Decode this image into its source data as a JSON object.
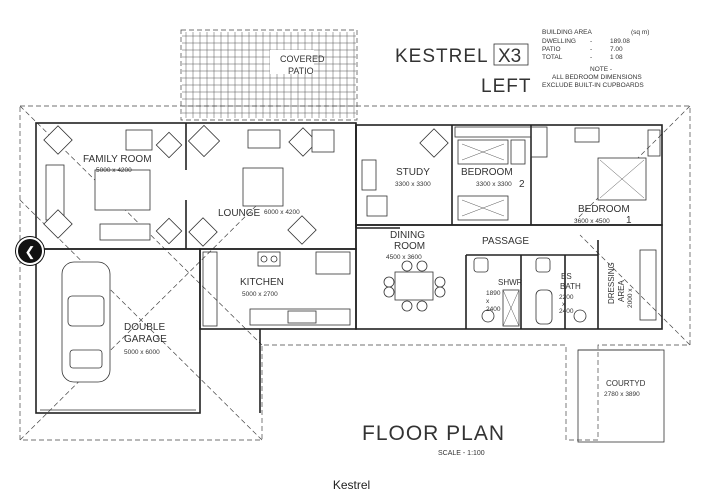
{
  "header": {
    "model": "KESTREL",
    "variant": "X3",
    "orientation": "LEFT"
  },
  "areas": {
    "title": "BUILDING AREA",
    "unit": "(sq m)",
    "rows": [
      {
        "label": "DWELLING",
        "value": "189.08"
      },
      {
        "label": "PATIO",
        "value": "7.00"
      },
      {
        "label": "TOTAL",
        "value": "1  08"
      }
    ]
  },
  "note": {
    "title": "NOTE -",
    "line1": "ALL BEDROOM DIMENSIONS",
    "line2": "EXCLUDE BUILT-IN CUPBOARDS"
  },
  "rooms": {
    "family": {
      "name": "FAMILY ROOM",
      "dims": "5000 x 4200"
    },
    "lounge": {
      "name": "LOUNGE",
      "dims": "6000 x 4200"
    },
    "study": {
      "name": "STUDY",
      "dims": "3300 x 3300"
    },
    "bedroom2": {
      "name": "BEDROOM",
      "dims": "3300 x 3300",
      "num": "2"
    },
    "bedroom1": {
      "name": "BEDROOM",
      "dims": "3600 x 4500",
      "num": "1"
    },
    "dining": {
      "name1": "DINING",
      "name2": "ROOM",
      "dims": "4500 x 3600"
    },
    "passage": {
      "name": "PASSAGE"
    },
    "kitchen": {
      "name": "KITCHEN",
      "dims": "5000 x 2700"
    },
    "garage": {
      "name1": "DOUBLE",
      "name2": "GARAGE",
      "dims": "5000 x 6000"
    },
    "shwr": {
      "name": "SHWR",
      "dim1": "1890",
      "dim2": "x",
      "dim3": "2400"
    },
    "esbath": {
      "name1": "ES",
      "name2": "BATH",
      "dim1": "2200",
      "dim2": "x",
      "dim3": "2400"
    },
    "dressing": {
      "name1": "DRESSING",
      "name2": "AREA",
      "dims": "2000 x"
    },
    "courtyd": {
      "name": "COURTYD",
      "dims": "2780 x 3890"
    },
    "patio": {
      "name1": "COVERED",
      "name2": "PATIO"
    }
  },
  "footer": {
    "title": "FLOOR  PLAN",
    "scale": "SCALE   -   1:100"
  },
  "caption": "Kestrel",
  "controls": {
    "prev_icon": "❮"
  }
}
